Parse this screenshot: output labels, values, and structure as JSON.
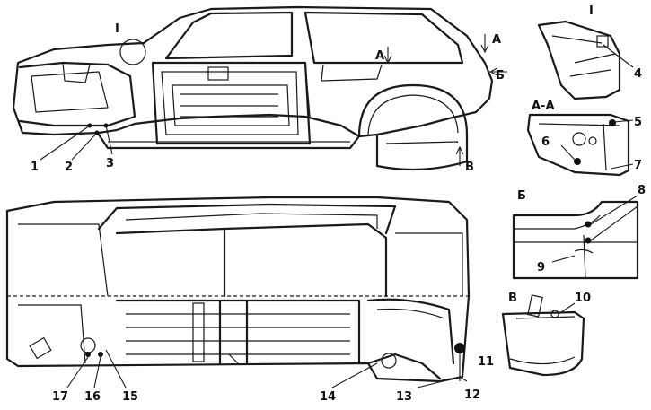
{
  "callouts": [
    "1",
    "2",
    "3",
    "4",
    "5",
    "6",
    "7",
    "8",
    "9",
    "10",
    "11",
    "12",
    "13",
    "14",
    "15",
    "16",
    "17"
  ],
  "sections": {
    "detail_I": "I",
    "detail_AA": "А-А",
    "detail_B": "Б",
    "detail_V": "В"
  },
  "arrows": {
    "A_top": "А",
    "A_mark": "А",
    "B_side": "Б",
    "V_bottom": "В",
    "I_top": "I"
  }
}
